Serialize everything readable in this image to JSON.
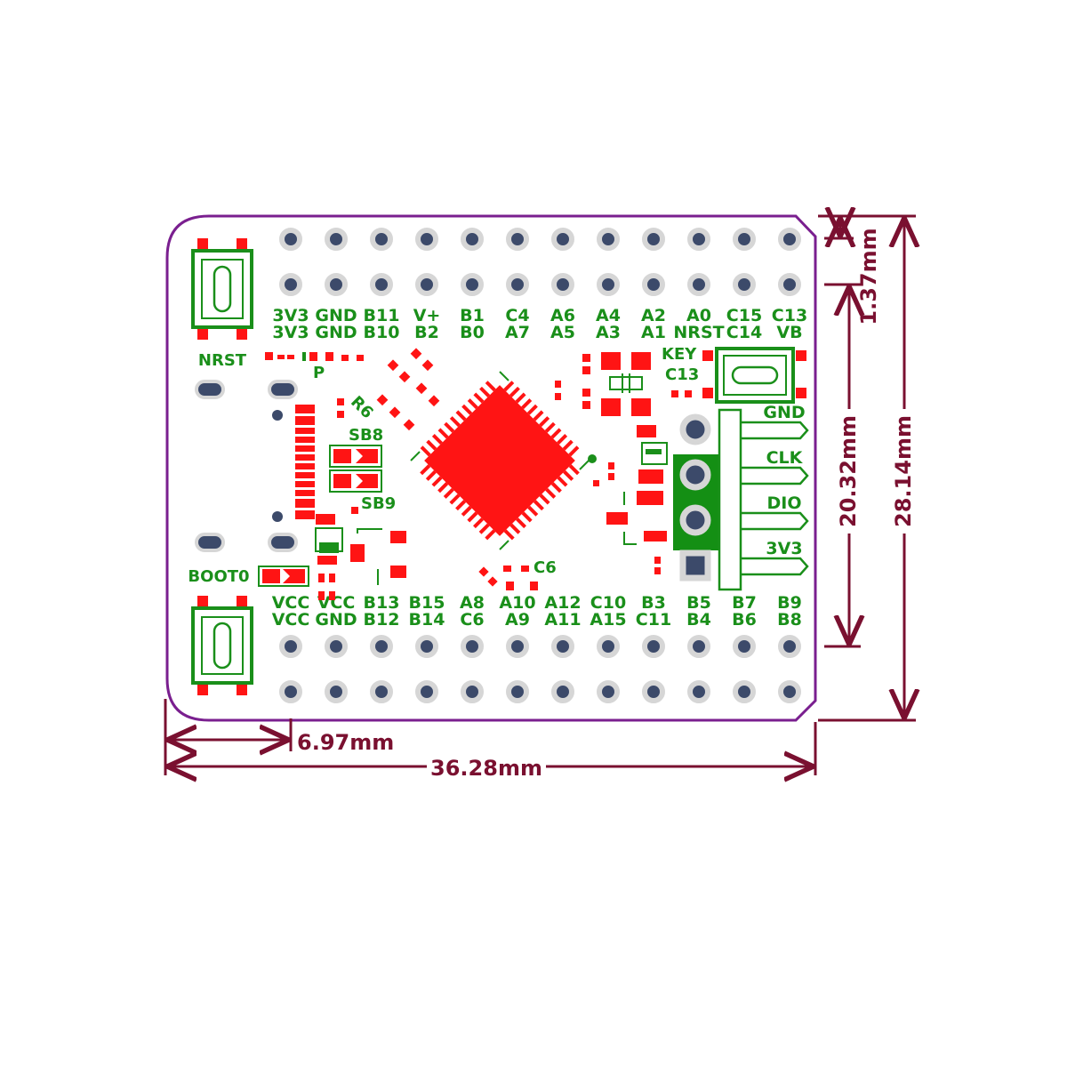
{
  "colors": {
    "outline": "#7a1f8f",
    "dimension": "#7a1030",
    "silkscreen": "#1a8f1a",
    "copper": "#ff1414",
    "header": "#148f14",
    "pad_ring": "#d6d6d6",
    "pad_hole": "#3c4a6a"
  },
  "top_labels": {
    "row1": [
      "3V3",
      "GND",
      "B11",
      "V+",
      "B1",
      "C4",
      "A6",
      "A4",
      "A2",
      "A0",
      "C15",
      "C13"
    ],
    "row2": [
      "3V3",
      "GND",
      "B10",
      "B2",
      "B0",
      "A7",
      "A5",
      "A3",
      "A1",
      "NRST",
      "C14",
      "VB"
    ]
  },
  "bottom_labels": {
    "row1": [
      "VCC",
      "VCC",
      "B13",
      "B15",
      "A8",
      "A10",
      "A12",
      "C10",
      "B3",
      "B5",
      "B7",
      "B9"
    ],
    "row2": [
      "VCC",
      "GND",
      "B12",
      "B14",
      "C6",
      "A9",
      "A11",
      "A15",
      "C11",
      "B4",
      "B6",
      "B8"
    ]
  },
  "component_labels": {
    "nrst": "NRST",
    "boot0": "BOOT0",
    "p": "P",
    "r6": "R6",
    "sb8": "SB8",
    "sb9": "SB9",
    "c6": "C6",
    "key": "KEY",
    "c13": "C13"
  },
  "swd_labels": [
    "GND",
    "CLK",
    "DIO",
    "3V3"
  ],
  "dimensions": {
    "offset": "6.97mm",
    "width": "36.28mm",
    "top_margin": "1.37mm",
    "pin_span": "20.32mm",
    "height": "28.14mm"
  }
}
